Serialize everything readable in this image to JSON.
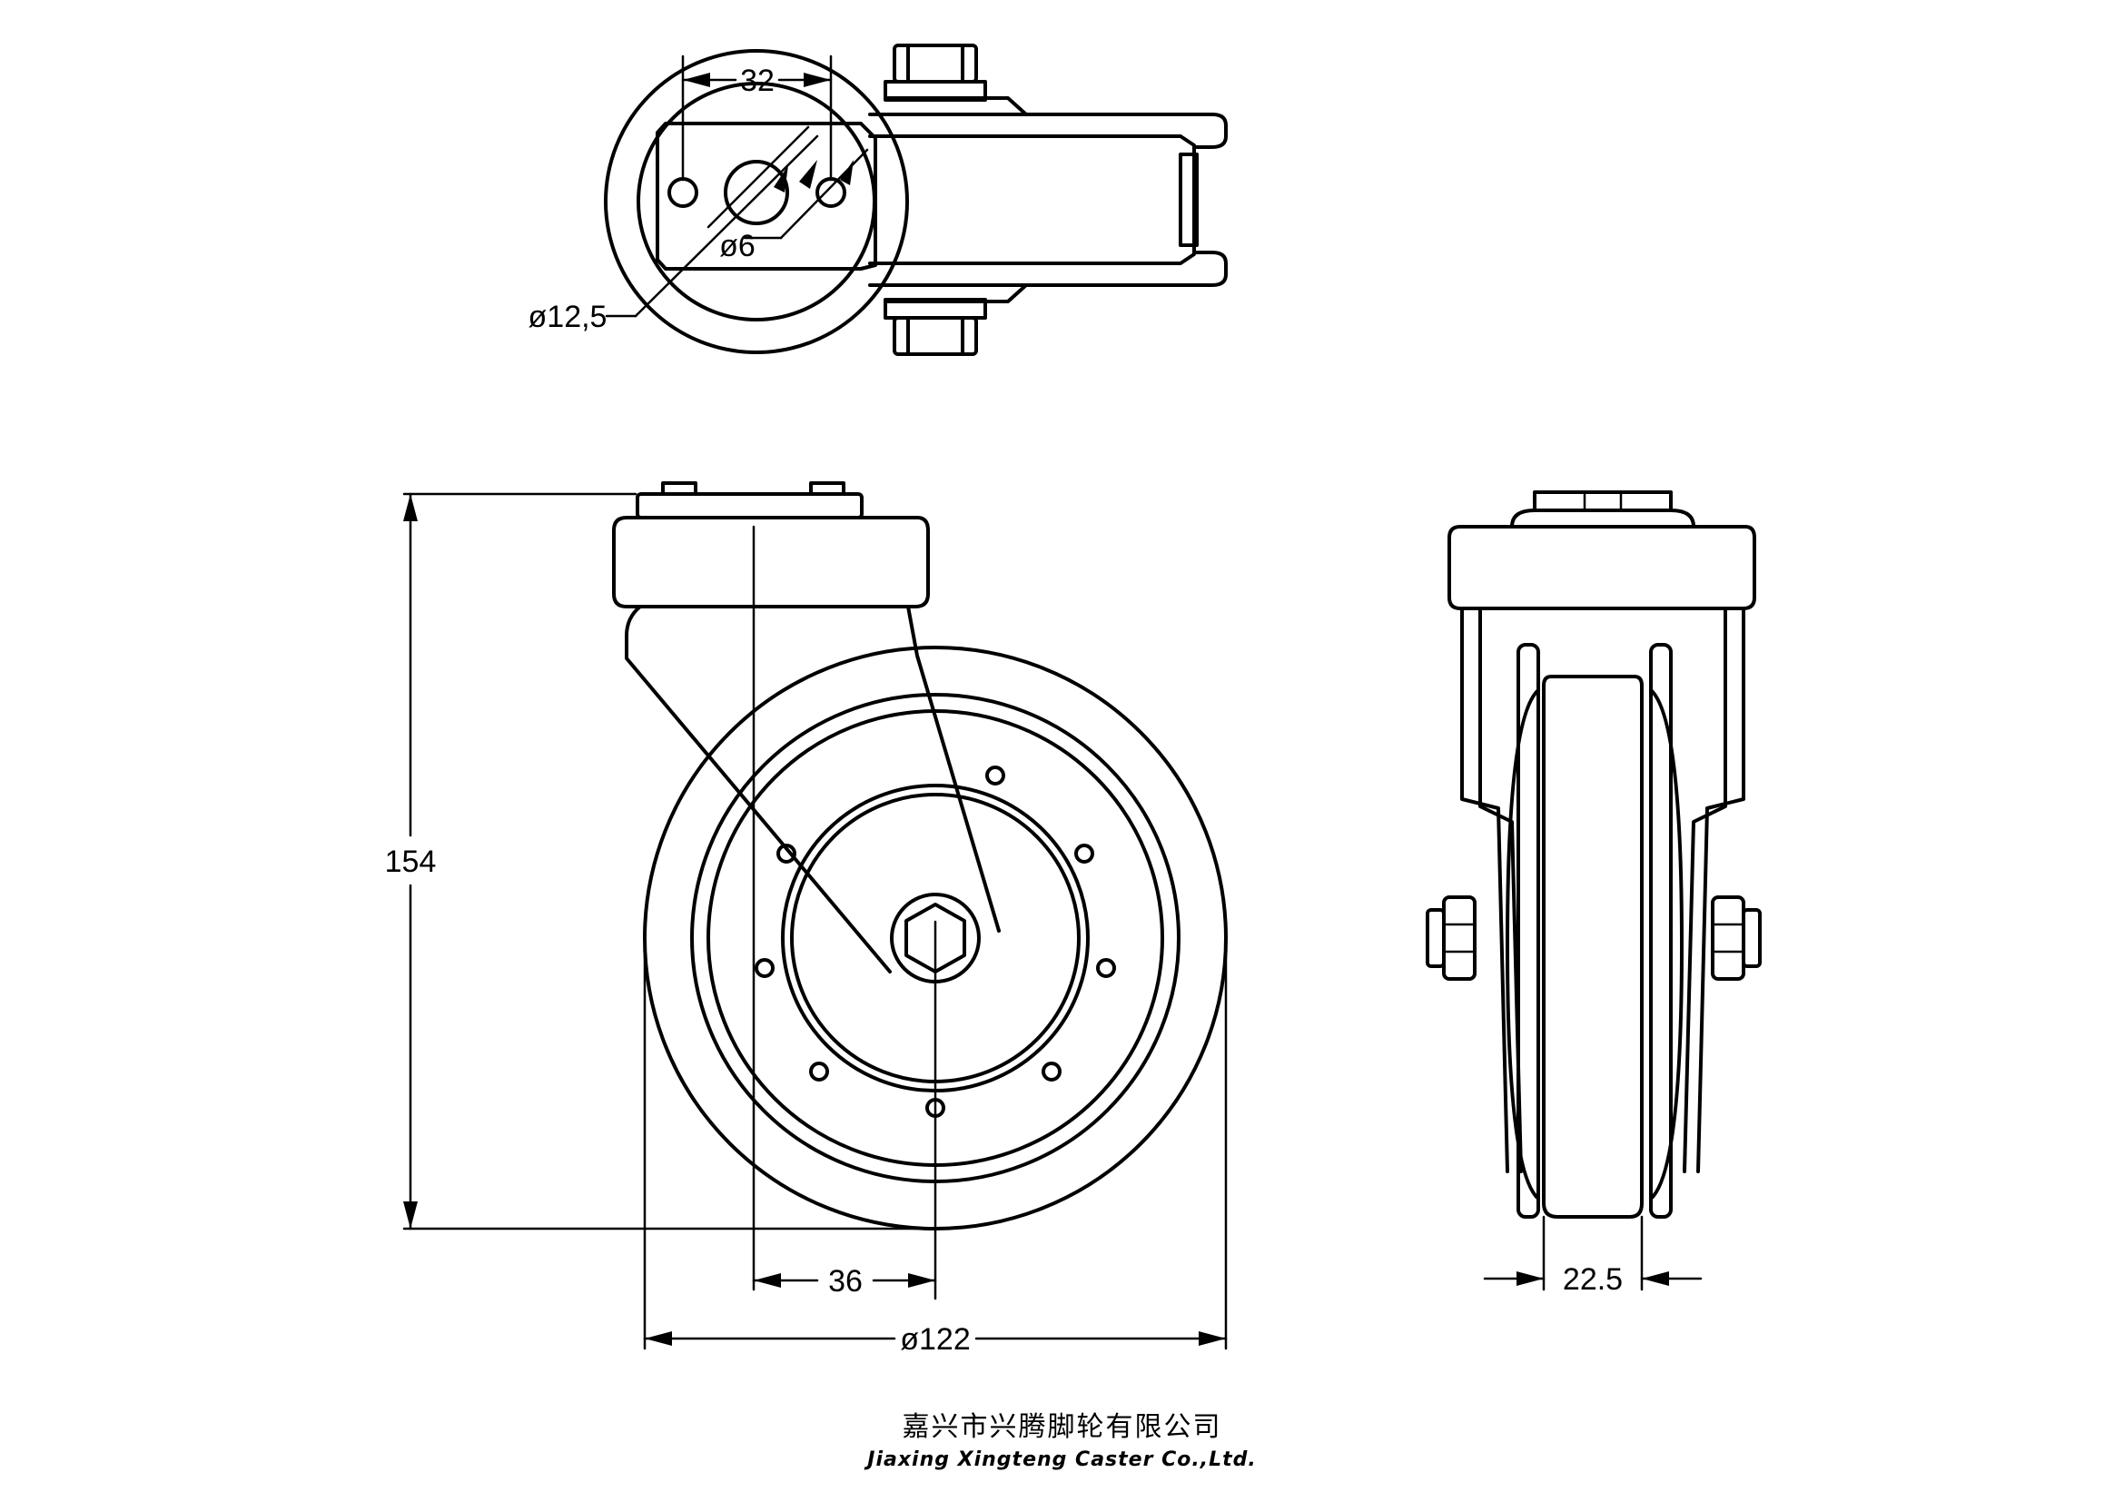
{
  "dimensions": {
    "bolt_spacing": "32",
    "hole_small": "ø6",
    "hole_large": "ø12,5",
    "overall_height": "154",
    "offset": "36",
    "wheel_diameter": "ø122",
    "wheel_width": "22.5"
  },
  "company": {
    "name_cn": "嘉兴市兴腾脚轮有限公司",
    "name_en": "Jiaxing Xingteng Caster Co.,Ltd."
  }
}
